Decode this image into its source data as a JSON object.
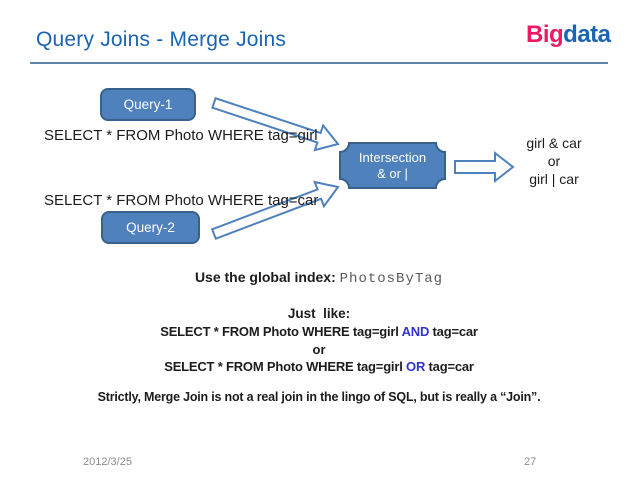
{
  "slide": {
    "title": "Query Joins - Merge Joins",
    "logo": {
      "part1": "Big",
      "part2": "data"
    },
    "footer": {
      "date": "2012/3/25",
      "page": "27"
    }
  },
  "diagram": {
    "query1_label": "Query-1",
    "query2_label": "Query-2",
    "select_girl": "SELECT * FROM Photo WHERE tag=girl",
    "select_car": "SELECT * FROM Photo WHERE tag=car",
    "intersection": {
      "line1": "Intersection",
      "line2": "& or |"
    },
    "result": {
      "line1": "girl & car",
      "line2": "or",
      "line3": "girl | car"
    }
  },
  "body": {
    "global_index": {
      "label": "Use the global index: ",
      "code": "PhotosByTag"
    },
    "just_like": "Just  like:",
    "sql_and": {
      "prefix": "SELECT * FROM Photo WHERE tag=girl ",
      "keyword": "AND",
      "suffix": " tag=car"
    },
    "or_word": "or",
    "sql_or": {
      "prefix": "SELECT * FROM Photo WHERE tag=girl ",
      "keyword": "OR",
      "suffix": " tag=car"
    },
    "note": "Strictly, Merge Join is not a real join in the lingo of SQL, but is really a “Join”."
  },
  "colors": {
    "title_blue": "#1b63b3",
    "logo_pink": "#ed1a63",
    "logo_blue": "#1b63b3",
    "shape_fill": "#4f81bd",
    "shape_border": "#38618c",
    "keyword_blue": "#3333cc",
    "code_gray": "#5a5a5a",
    "footer_gray": "#8c8c8c"
  }
}
